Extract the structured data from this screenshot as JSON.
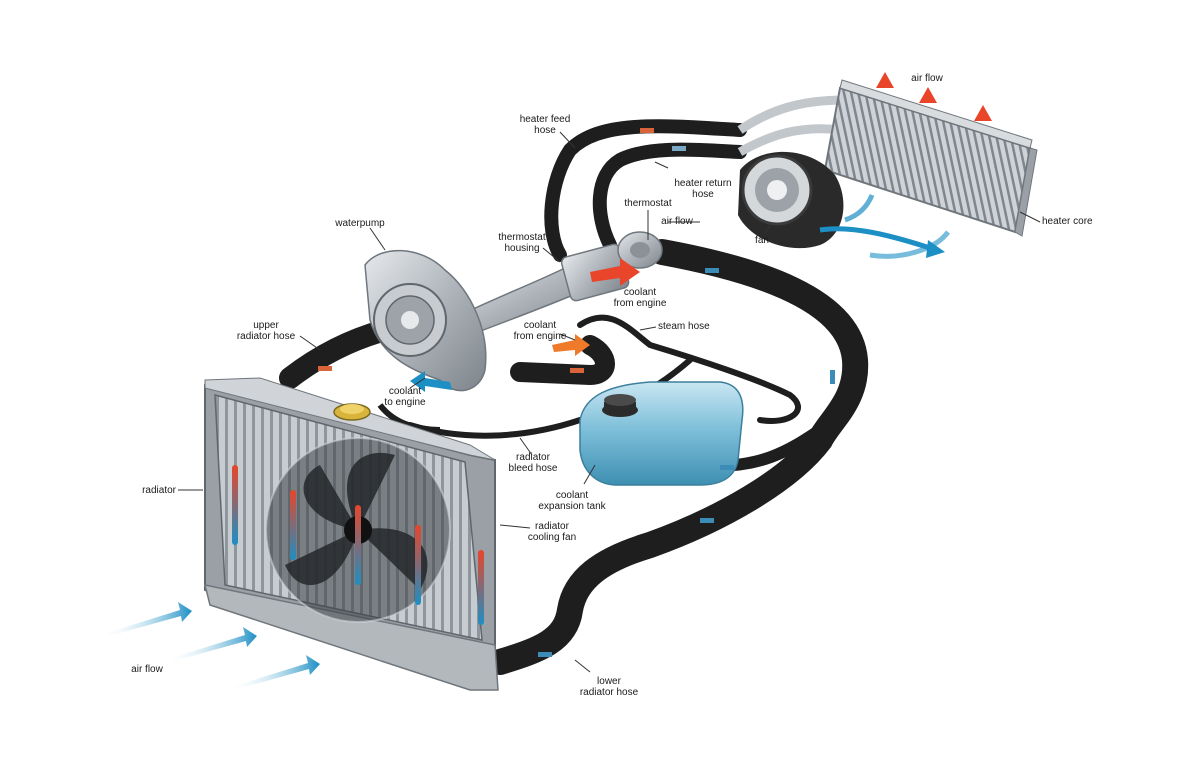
{
  "labels": {
    "air_flow_top": [
      "air flow"
    ],
    "heater_feed_hose": [
      "heater feed",
      "hose"
    ],
    "heater_return_hose": [
      "heater return",
      "hose"
    ],
    "thermostat": [
      "thermostat"
    ],
    "air_flow_fan": [
      "air flow"
    ],
    "heater_core": [
      "heater core"
    ],
    "fan": [
      "fan"
    ],
    "waterpump": [
      "waterpump"
    ],
    "thermostat_housing": [
      "thermostat",
      "housing"
    ],
    "coolant_from_engine_1": [
      "coolant",
      "from engine"
    ],
    "upper_radiator_hose": [
      "upper",
      "radiator hose"
    ],
    "coolant_from_engine_2": [
      "coolant",
      "from engine"
    ],
    "steam_hose": [
      "steam hose"
    ],
    "coolant_to_engine": [
      "coolant",
      "to engine"
    ],
    "radiator_bleed_hose": [
      "radiator",
      "bleed hose"
    ],
    "radiator": [
      "radiator"
    ],
    "coolant_expansion_tank": [
      "coolant",
      "expansion tank"
    ],
    "radiator_cooling_fan": [
      "radiator",
      "cooling fan"
    ],
    "air_flow_bottom": [
      "air flow"
    ],
    "lower_radiator_hose": [
      "lower",
      "radiator hose"
    ]
  },
  "colors": {
    "hose": "#1e1e1e",
    "metal": "#b9bec4",
    "coolant_tank": "#5aa9c9",
    "hot_arrow": "#e8452a",
    "cold_arrow": "#1c8fc4",
    "leader_line": "#333333"
  }
}
